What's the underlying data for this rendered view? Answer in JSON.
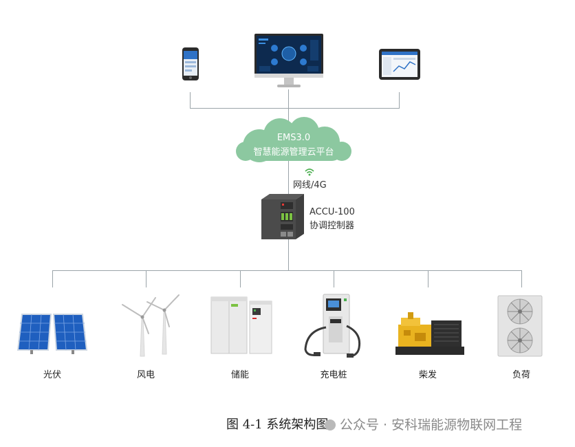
{
  "cloud": {
    "line1": "EMS3.0",
    "line2": "智慧能源管理云平台",
    "color": "#8cc8a0"
  },
  "network": {
    "label": "网线/4G",
    "icon": "wifi-icon",
    "icon_color": "#4caf50"
  },
  "controller": {
    "line1": "ACCU-100",
    "line2": "协调控制器"
  },
  "top_devices": [
    {
      "icon": "smartphone-icon"
    },
    {
      "icon": "monitor-icon"
    },
    {
      "icon": "tablet-icon"
    }
  ],
  "devices": [
    {
      "label": "光伏",
      "icon": "solar-panel-icon"
    },
    {
      "label": "风电",
      "icon": "wind-turbine-icon"
    },
    {
      "label": "储能",
      "icon": "energy-storage-icon"
    },
    {
      "label": "充电桩",
      "icon": "charging-pile-icon"
    },
    {
      "label": "柴发",
      "icon": "diesel-generator-icon"
    },
    {
      "label": "负荷",
      "icon": "load-icon"
    }
  ],
  "caption": "图 4-1 系统架构图",
  "watermark": "公众号 · 安科瑞能源物联网工程"
}
